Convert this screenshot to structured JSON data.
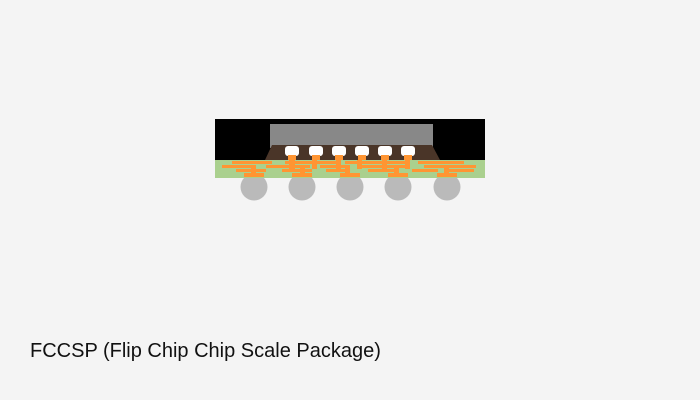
{
  "caption": "FCCSP (Flip Chip Chip Scale Package)",
  "colors": {
    "background": "#f4f4f4",
    "mold_compound": "#000000",
    "die": "#888888",
    "underfill": "#4a3528",
    "substrate": "#aad08e",
    "copper_traces": "#ff9533",
    "solder_bumps": "#ffffff",
    "solder_balls": "#bababa"
  },
  "components": {
    "mold": "mold compound",
    "die": "die",
    "underfill": "underfill",
    "bumps": "flip chip bumps",
    "substrate": "substrate",
    "balls": "solder balls"
  },
  "counts": {
    "flip_chip_bumps": 6,
    "solder_balls": 5
  }
}
